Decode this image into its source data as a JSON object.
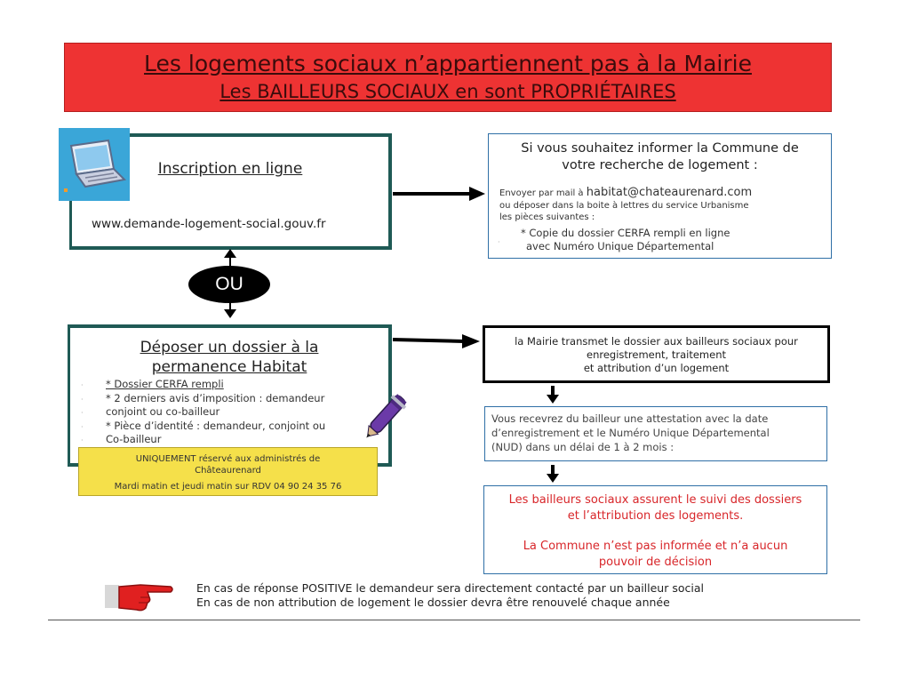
{
  "banner": {
    "line1": "Les logements sociaux n’appartiennent pas à la Mairie",
    "line2": "Les BAILLEURS SOCIAUX en sont PROPRIÉTAIRES"
  },
  "online": {
    "title": "Inscription en ligne",
    "url": "www.demande-logement-social.gouv.fr",
    "icon": "laptop-icon"
  },
  "ou_label": "OU",
  "deposit": {
    "title_line1": "Déposer un dossier à la",
    "title_line2": "permanence Habitat",
    "items": [
      "* Dossier CERFA rempli",
      "* 2 derniers avis d’imposition : demandeur",
      "conjoint ou co-bailleur",
      "* Pièce d’identité : demandeur, conjoint ou",
      "Co-bailleur"
    ],
    "icon": "pen-icon"
  },
  "notice": {
    "line1": "UNIQUEMENT réservé aux administrés de",
    "line2": "Châteaurenard",
    "line3": "Mardi matin et jeudi matin sur RDV  04 90 24 35 76"
  },
  "inform": {
    "title_line1": "Si vous souhaitez informer la Commune de",
    "title_line2": "votre recherche de logement :",
    "line1_prefix": "Envoyer par mail à ",
    "email": "habitat@chateaurenard.com",
    "line2": "ou déposer dans la boite à lettres du service Urbanisme",
    "line3": "les pièces suivantes :",
    "line4": "* Copie du dossier CERFA rempli en ligne",
    "line5": "avec Numéro Unique Départemental"
  },
  "mairie": {
    "line1": "la Mairie transmet le dossier aux bailleurs sociaux pour",
    "line2": "enregistrement, traitement",
    "line3": "et attribution d’un logement"
  },
  "recevez": {
    "line1": "Vous recevrez du bailleur une attestation avec la date",
    "line2": "d’enregistrement et le Numéro Unique Départemental",
    "line3": "(NUD) dans un délai de 1 à 2 mois :"
  },
  "bailleurs": {
    "line1": "Les bailleurs sociaux assurent le suivi des dossiers",
    "line2": "et l’attribution des logements.",
    "line3": "La Commune n’est pas informée et n’a aucun",
    "line4": "pouvoir de décision"
  },
  "footer": {
    "line1": "En cas de réponse POSITIVE le demandeur sera directement contacté par un bailleur social",
    "line2": "En cas de non attribution de logement le dossier devra être renouvelé chaque année",
    "icon": "pointing-hand-icon"
  },
  "colors": {
    "banner_red": "#ee3333",
    "box_border_teal": "#1f5a55",
    "box_border_blue": "#2f6fa6",
    "notice_yellow": "#f5e04a",
    "alert_text_red": "#d8262a"
  }
}
